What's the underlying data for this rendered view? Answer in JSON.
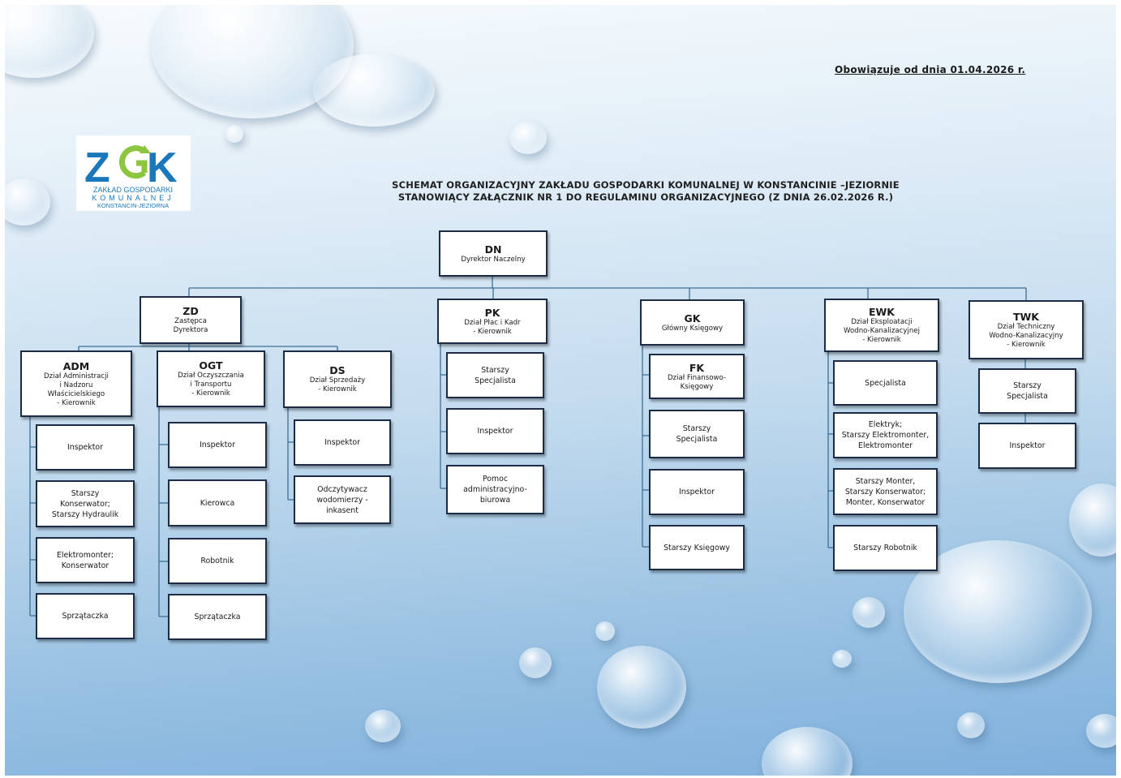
{
  "header": {
    "effective_date": "Obowiązuje od dnia 01.04.2026 r.",
    "title_line1": "SCHEMAT ORGANIZACYJNY ZAKŁADU GOSPODARKI KOMUNALNEJ W KONSTANCINIE –JEZIORNIE",
    "title_line2": "STANOWIĄCY ZAŁĄCZNIK NR 1 DO REGULAMINU ORGANIZACYJNEGO (Z DNIA 26.02.2026 R.)"
  },
  "logo": {
    "mark": "ZGK",
    "line1": "ZAKŁAD GOSPODARKI",
    "line2": "KOMUNALNEJ",
    "line3": "KONSTANCIN-JEZIORNA",
    "colors": {
      "z": "#1a77bb",
      "g": "#8cc63f",
      "k": "#1a77bb",
      "text": "#1a77bb"
    }
  },
  "org": {
    "dn": {
      "code": "DN",
      "name": "Dyrektor Naczelny"
    },
    "zd": {
      "code": "ZD",
      "name": "Zastępca\nDyrektora"
    },
    "pk": {
      "code": "PK",
      "name": "Dział Płac i Kadr\n- Kierownik"
    },
    "gk": {
      "code": "GK",
      "name": "Główny Księgowy"
    },
    "ewk": {
      "code": "EWK",
      "name": "Dział Eksploatacji\nWodno-Kanalizacyjnej\n- Kierownik"
    },
    "twk": {
      "code": "TWK",
      "name": "Dział Techniczny\nWodno-Kanalizacyjny\n- Kierownik"
    },
    "adm": {
      "code": "ADM",
      "name": "Dział Administracji\ni Nadzoru\nWłaścicielskiego\n- Kierownik"
    },
    "ogt": {
      "code": "OGT",
      "name": "Dział Oczyszczania\ni Transportu\n- Kierownik"
    },
    "ds": {
      "code": "DS",
      "name": "Dział Sprzedaży\n- Kierownik"
    },
    "fk": {
      "code": "FK",
      "name": "Dział Finansowo-\nKsięgowy"
    },
    "adm_staff": [
      "Inspektor",
      "Starszy\nKonserwator;\nStarszy Hydraulik",
      "Elektromonter;\nKonserwator",
      "Sprzątaczka"
    ],
    "ogt_staff": [
      "Inspektor",
      "Kierowca",
      "Robotnik",
      "Sprzątaczka"
    ],
    "ds_staff": [
      "Inspektor",
      "Odczytywacz\nwodomierzy -\ninkasent"
    ],
    "pk_staff": [
      "Starszy\nSpecjalista",
      "Inspektor",
      "Pomoc\nadministracyjno-\nbiurowa"
    ],
    "gk_staff": [
      "Starszy\nSpecjalista",
      "Inspektor",
      "Starszy Księgowy"
    ],
    "ewk_staff": [
      "Specjalista",
      "Elektryk;\nStarszy Elektromonter,\nElektromonter",
      "Starszy Monter,\nStarszy Konserwator;\nMonter, Konserwator",
      "Starszy Robotnik"
    ],
    "twk_staff": [
      "Starszy\nSpecjalista",
      "Inspektor"
    ]
  },
  "colors": {
    "connector": "#3d6f95",
    "box_border": "#1b2c44"
  }
}
